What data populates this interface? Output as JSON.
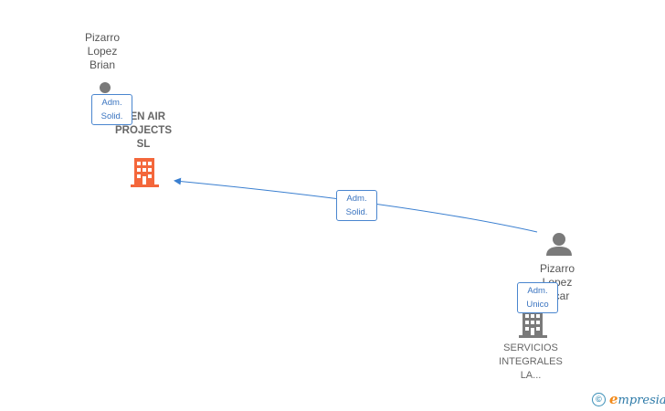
{
  "nodes": {
    "person_brian": {
      "name": "Pizarro\nLopez\nBrian"
    },
    "company_main": {
      "name": "...EN AIR\nPROJECTS\nSL",
      "color": "#f4673b"
    },
    "person_oscar": {
      "name": "Pizarro\nLopez\n...car"
    },
    "company_servicios": {
      "name": "SERVICIOS\nINTEGRALES\nLA...",
      "color": "#7a7a7a"
    }
  },
  "edges": {
    "brian_main": {
      "label": "Adm.\nSolid."
    },
    "oscar_main": {
      "label": "Adm.\nSolid."
    },
    "oscar_servicios": {
      "label": "Adm.\nUnico"
    }
  },
  "colors": {
    "edge": "#3a7fd0",
    "person": "#7a7a7a"
  },
  "brand": {
    "copyright": "©",
    "e": "e",
    "rest": "mpresia"
  }
}
